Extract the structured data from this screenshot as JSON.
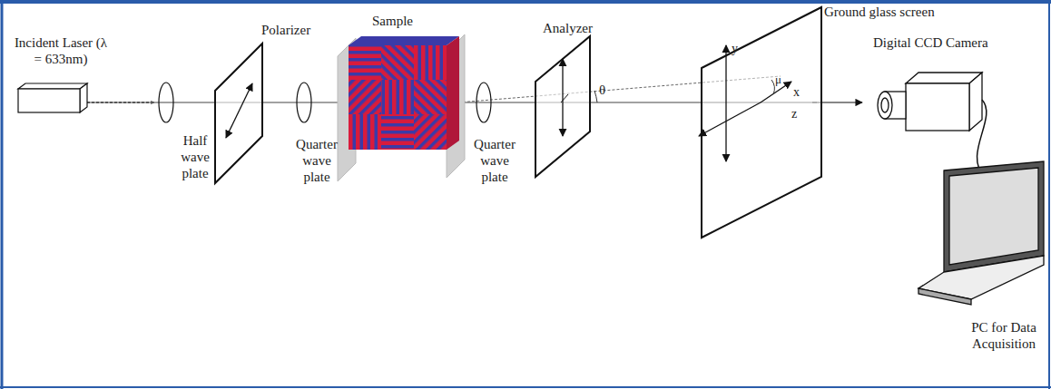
{
  "diagram": {
    "labels": [
      "Incident Laser (λ = 633nm)",
      "Half wave plate",
      "Polarizer",
      "Quarter wave plate",
      "Sample",
      "Quarter wave plate",
      "Analyzer",
      "θ",
      "Ground glass screen",
      "y",
      "μ",
      "x",
      "z",
      "Digital CCD Camera",
      "PC for Data Acquisition"
    ]
  }
}
